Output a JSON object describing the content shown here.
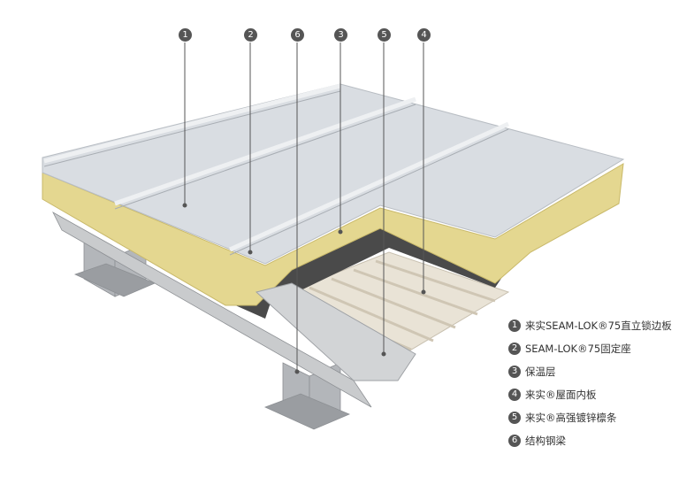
{
  "callouts": [
    "1",
    "2",
    "6",
    "3",
    "5",
    "4"
  ],
  "legend": [
    {
      "num": "1",
      "label": "来实SEAM-LOK®75直立锁边板"
    },
    {
      "num": "2",
      "label": "SEAM-LOK®75固定座"
    },
    {
      "num": "3",
      "label": "保温层"
    },
    {
      "num": "4",
      "label": "来实®屋面内板"
    },
    {
      "num": "5",
      "label": "来实®高强镀锌檩条"
    },
    {
      "num": "6",
      "label": "结构钢梁"
    }
  ],
  "colors": {
    "panel": "#d9dde2",
    "insulation": "#e4d790",
    "membrane": "#4a4a4a",
    "liner": "#e9e3d6",
    "steel": "#b9bcc0",
    "badge": "#555555"
  }
}
